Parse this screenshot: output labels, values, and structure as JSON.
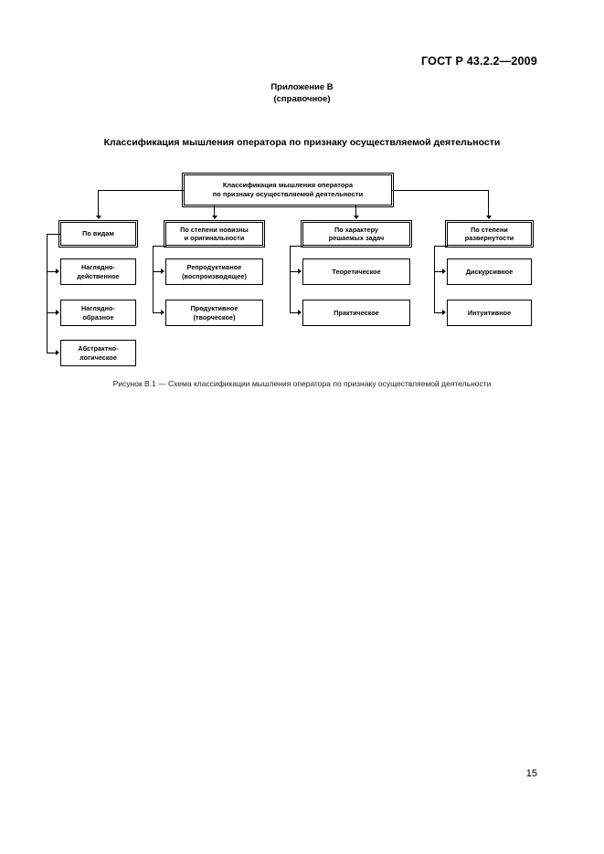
{
  "document": {
    "standard_header": "ГОСТ Р 43.2.2—2009",
    "appendix_label": "Приложение В",
    "appendix_kind": "(справочное)",
    "section_title": "Классификация мышления оператора по признаку осуществляемой деятельности",
    "figure_caption": "Рисунок В.1 — Схема классификации мышления оператора по признаку осуществляемой деятельности",
    "page_number": "15"
  },
  "diagram": {
    "root": {
      "line1": "Классификация мышления оператора",
      "line2": "по признаку осуществляемой деятельности"
    },
    "columns": [
      {
        "header": {
          "line1": "По видам",
          "line2": ""
        },
        "children": [
          {
            "line1": "Наглядно-",
            "line2": "действенное"
          },
          {
            "line1": "Наглядно-",
            "line2": "образное"
          },
          {
            "line1": "Абстрактно-",
            "line2": "логическое"
          }
        ]
      },
      {
        "header": {
          "line1": "По степени новизны",
          "line2": "и оригинальности"
        },
        "children": [
          {
            "line1": "Репродуктивное",
            "line2": "(воспроизводящее)"
          },
          {
            "line1": "Продуктивное",
            "line2": "(творческое)"
          }
        ]
      },
      {
        "header": {
          "line1": "По характеру",
          "line2": "решаемых задач"
        },
        "children": [
          {
            "line1": "Теоретическое",
            "line2": ""
          },
          {
            "line1": "Практическое",
            "line2": ""
          }
        ]
      },
      {
        "header": {
          "line1": "По степени",
          "line2": "развернутости"
        },
        "children": [
          {
            "line1": "Дискурсивное",
            "line2": ""
          },
          {
            "line1": "Интуитивное",
            "line2": ""
          }
        ]
      }
    ]
  },
  "colors": {
    "page_background": "#ffffff",
    "ink": "#000000",
    "caption_ink": "#1a1a1a"
  }
}
